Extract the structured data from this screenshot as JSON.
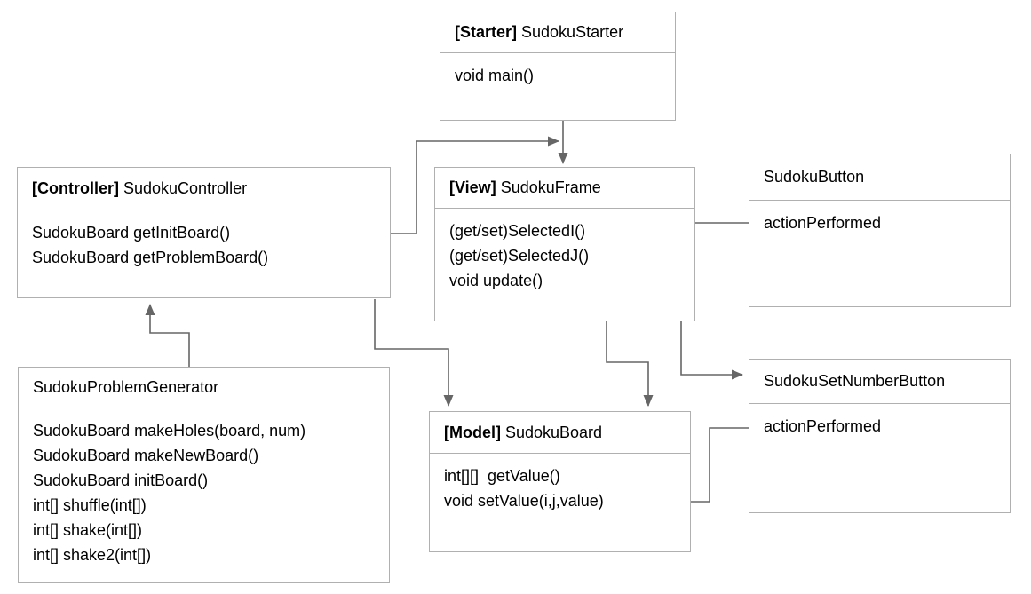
{
  "diagram": {
    "classes": [
      {
        "id": "sudoku-starter",
        "stereotype": "[Starter]",
        "name": "SudokuStarter",
        "members": [
          "void main()"
        ]
      },
      {
        "id": "sudoku-controller",
        "stereotype": "[Controller]",
        "name": "SudokuController",
        "members": [
          "SudokuBoard getInitBoard()",
          "SudokuBoard getProblemBoard()"
        ]
      },
      {
        "id": "sudoku-frame",
        "stereotype": "[View]",
        "name": "SudokuFrame",
        "members": [
          "(get/set)SelectedI()",
          "(get/set)SelectedJ()",
          "void update()"
        ]
      },
      {
        "id": "sudoku-button",
        "stereotype": "",
        "name": "SudokuButton",
        "members": [
          "actionPerformed"
        ]
      },
      {
        "id": "sudoku-problem-generator",
        "stereotype": "",
        "name": "SudokuProblemGenerator",
        "members": [
          "SudokuBoard makeHoles(board, num)",
          "SudokuBoard makeNewBoard()",
          "SudokuBoard initBoard()",
          "int[] shuffle(int[])",
          "int[] shake(int[])",
          "int[] shake2(int[])"
        ]
      },
      {
        "id": "sudoku-board",
        "stereotype": "[Model]",
        "name": "SudokuBoard",
        "members": [
          "int[][]  getValue()",
          "void setValue(i,j,value)"
        ]
      },
      {
        "id": "sudoku-set-number-button",
        "stereotype": "",
        "name": "SudokuSetNumberButton",
        "members": [
          "actionPerformed"
        ]
      }
    ],
    "edges": [
      {
        "from": "SudokuStarter",
        "to": "SudokuFrame"
      },
      {
        "from": "SudokuController",
        "to": "SudokuFrame"
      },
      {
        "from": "SudokuProblemGenerator",
        "to": "SudokuController"
      },
      {
        "from": "SudokuController",
        "to": "SudokuBoard"
      },
      {
        "from": "SudokuFrame",
        "to": "SudokuBoard"
      },
      {
        "from": "SudokuButton.actionPerformed",
        "to": "SudokuFrame.(get/set)SelectedI/J"
      },
      {
        "from": "SudokuFrame.(get/set)SelectedJ",
        "to": "SudokuSetNumberButton"
      },
      {
        "from": "SudokuSetNumberButton.actionPerformed",
        "to": "SudokuBoard.setValue"
      }
    ],
    "colors": {
      "box_border": "#b0b0b0",
      "connector": "#666666",
      "text": "#000000",
      "page_background": "#ffffff"
    }
  }
}
